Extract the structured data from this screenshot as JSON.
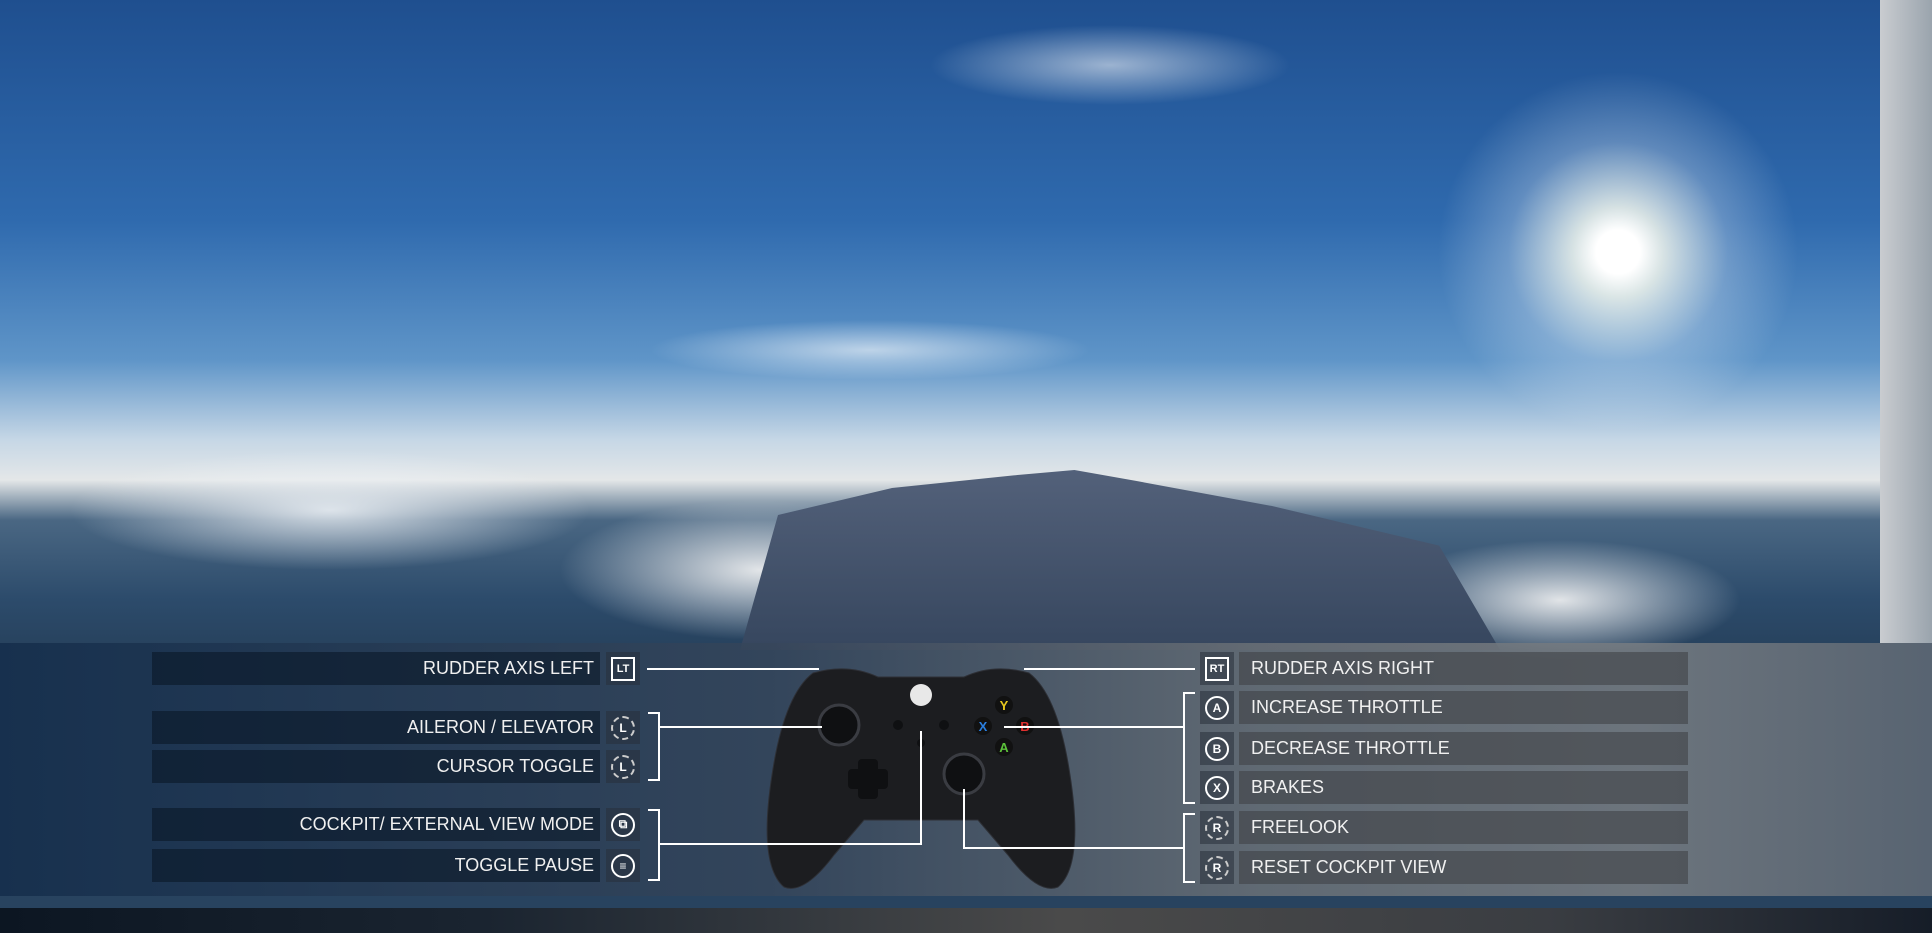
{
  "left_bindings": [
    {
      "label": "RUDDER AXIS LEFT",
      "icon": "left-trigger",
      "glyph": "LT"
    },
    {
      "label": "AILERON / ELEVATOR",
      "icon": "left-stick-move",
      "glyph": "L"
    },
    {
      "label": "CURSOR TOGGLE",
      "icon": "left-stick-press",
      "glyph": "L"
    },
    {
      "label": "COCKPIT/ EXTERNAL VIEW MODE",
      "icon": "view-button",
      "glyph": "⧉"
    },
    {
      "label": "TOGGLE PAUSE",
      "icon": "menu-button",
      "glyph": "≡"
    }
  ],
  "right_bindings": [
    {
      "label": "RUDDER AXIS RIGHT",
      "icon": "right-trigger",
      "glyph": "RT"
    },
    {
      "label": "INCREASE THROTTLE",
      "icon": "a-button",
      "glyph": "A"
    },
    {
      "label": "DECREASE THROTTLE",
      "icon": "b-button",
      "glyph": "B"
    },
    {
      "label": "BRAKES",
      "icon": "x-button",
      "glyph": "X"
    },
    {
      "label": "FREELOOK",
      "icon": "right-stick-move",
      "glyph": "R"
    },
    {
      "label": "RESET COCKPIT VIEW",
      "icon": "right-stick-press",
      "glyph": "R"
    }
  ],
  "controller": {
    "y": "Y",
    "x": "X",
    "a": "A",
    "b": "B",
    "colors": {
      "y": "#e8c81e",
      "x": "#2a7fe0",
      "a": "#5cc13a",
      "b": "#e03030"
    }
  }
}
